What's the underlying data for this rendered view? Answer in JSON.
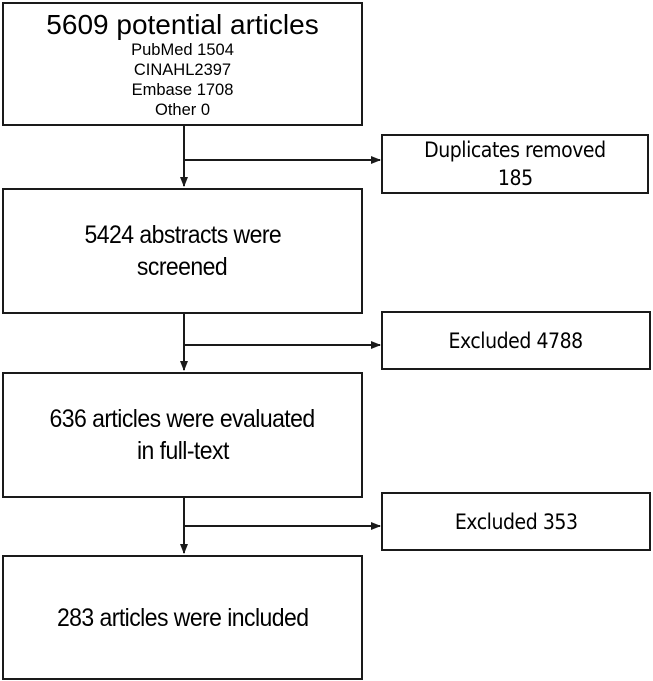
{
  "flowchart": {
    "identification": {
      "title": "5609 potential articles",
      "sources": [
        "PubMed 1504",
        "CINAHL2397",
        "Embase 1708",
        "Other 0"
      ]
    },
    "duplicates": {
      "line1": "Duplicates removed",
      "line2": "185"
    },
    "screening": {
      "line1": "5424 abstracts were",
      "line2": "screened"
    },
    "excluded_screening": {
      "label": "Excluded 4788"
    },
    "eligibility": {
      "line1": "636 articles were evaluated",
      "line2": "in full-text"
    },
    "excluded_fulltext": {
      "label": "Excluded 353"
    },
    "included": {
      "label": "283 articles were included"
    }
  },
  "colors": {
    "line": "#1a1a1a",
    "background": "#ffffff",
    "text": "#000000"
  }
}
